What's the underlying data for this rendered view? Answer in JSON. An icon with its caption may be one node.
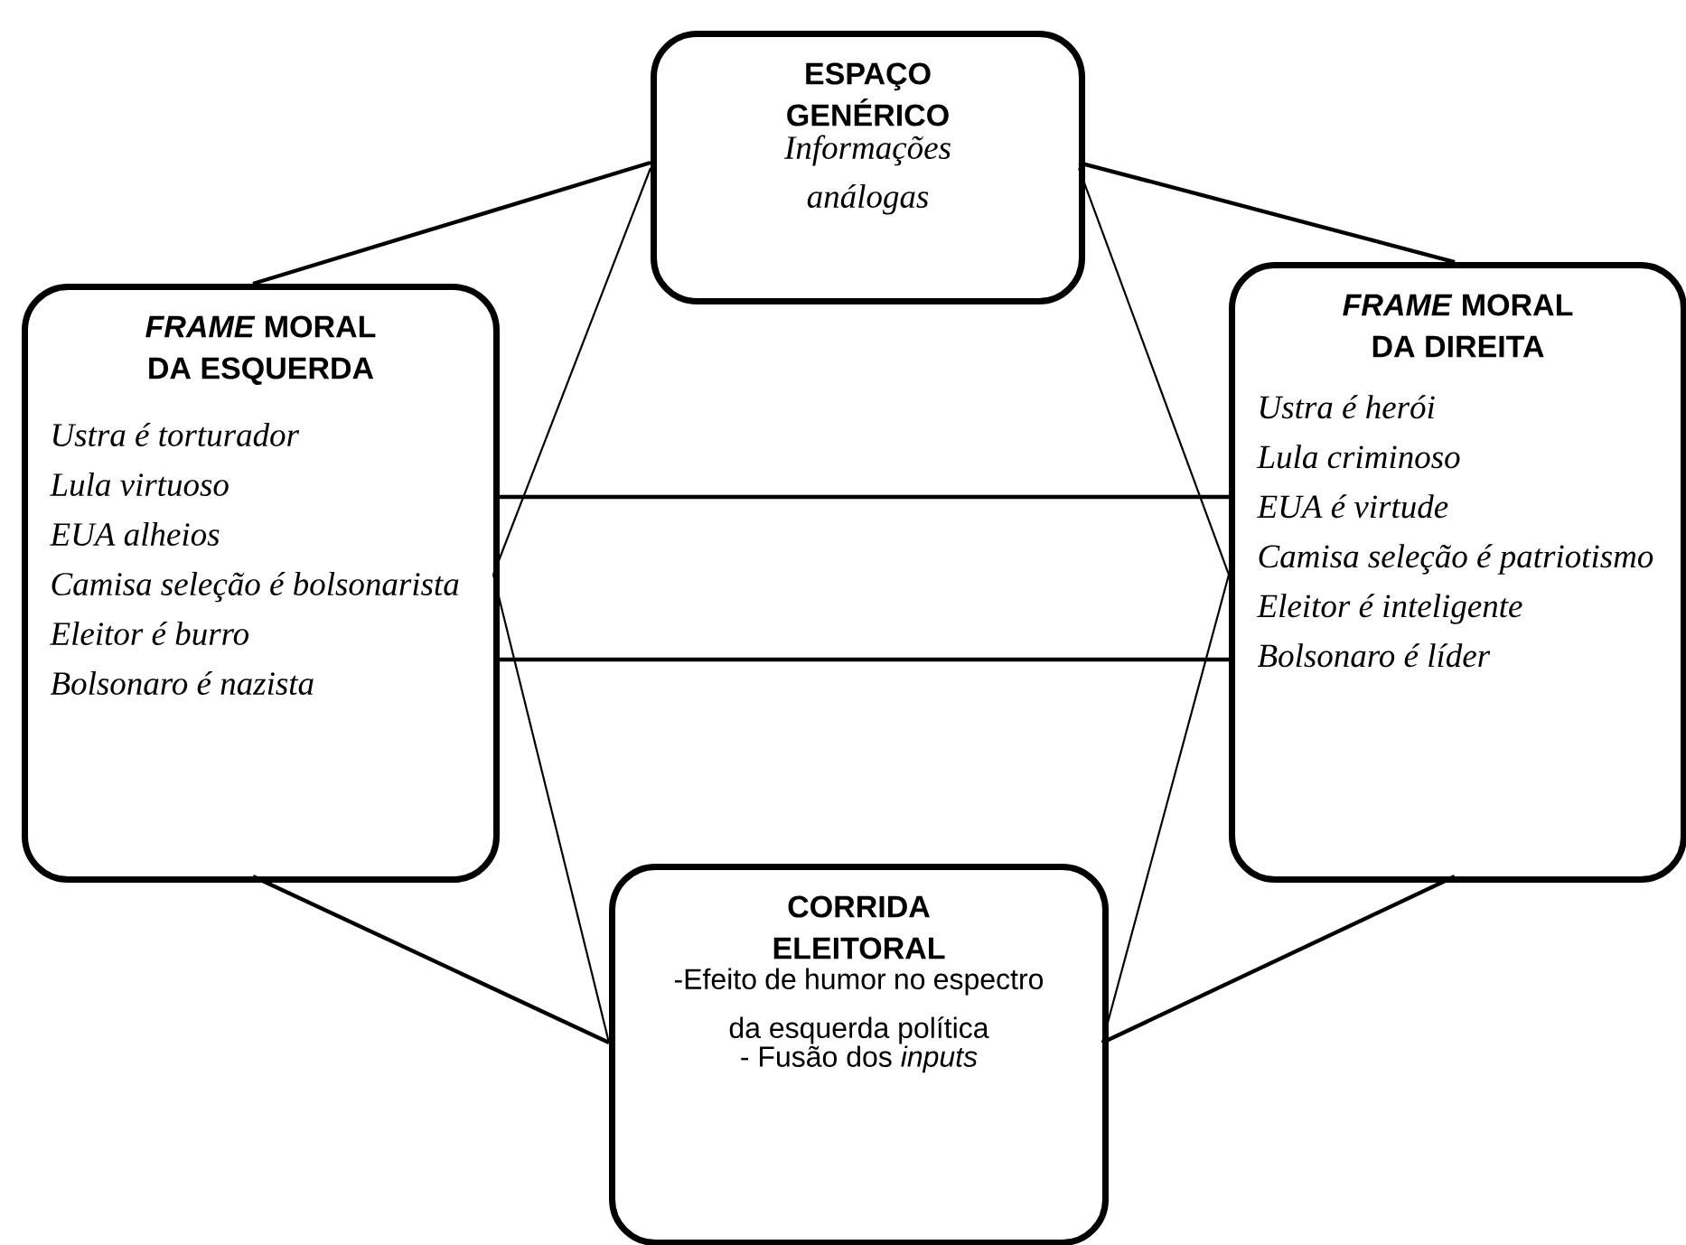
{
  "diagram": {
    "nodes": [
      {
        "text": [
          "ESPAÇO GENÉRICO",
          "Informações análogas"
        ]
      },
      {
        "text": [
          "*FRAME* MORAL DA ESQUERDA",
          "Ustra é torturador",
          "Lula virtuoso",
          "EUA alheios",
          "Camisa seleção é bolsonarista",
          "Eleitor é burro",
          "Bolsonaro é nazista"
        ]
      },
      {
        "text": [
          "*FRAME* MORAL DA DIREITA",
          "Ustra é herói",
          "Lula criminoso",
          "EUA é virtude",
          "Camisa seleção é patriotismo",
          "Eleitor é inteligente",
          "Bolsonaro é líder"
        ]
      },
      {
        "text": [
          "CORRIDA ELEITORAL",
          "-Efeito de humor no espectro da esquerda política",
          "- Fusão dos *inputs*"
        ]
      }
    ],
    "edges": [
      {
        "from": 0,
        "to": 1,
        "arrow": "none"
      },
      {
        "from": 0,
        "to": 2,
        "arrow": "none"
      },
      {
        "from": 1,
        "to": 3,
        "arrow": "none"
      },
      {
        "from": 2,
        "to": 3,
        "arrow": "none"
      },
      {
        "from": 0,
        "to": 1,
        "arrow": "none"
      },
      {
        "from": 0,
        "to": 2,
        "arrow": "none"
      },
      {
        "from": 1,
        "to": 3,
        "arrow": "none"
      },
      {
        "from": 2,
        "to": 3,
        "arrow": "none"
      },
      {
        "from": 1,
        "to": 2,
        "arrow": "none"
      },
      {
        "from": 1,
        "to": 2,
        "arrow": "none"
      }
    ]
  }
}
